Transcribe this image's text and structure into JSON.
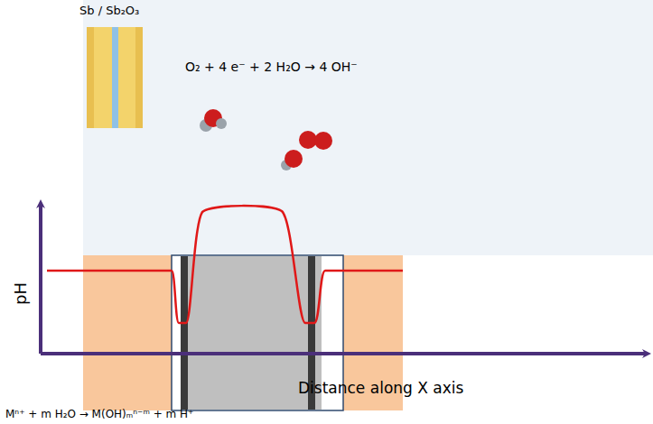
{
  "diagram": {
    "labels": [
      "Sb / Sb₂O₃",
      "O₂ + 4 e⁻ + 2 H₂O → 4 OH⁻",
      "pH",
      "Distance along X axis",
      "Mⁿ⁺ + m H₂O → M(OH)ₘⁿ⁻ᵐ + m H⁺"
    ]
  }
}
